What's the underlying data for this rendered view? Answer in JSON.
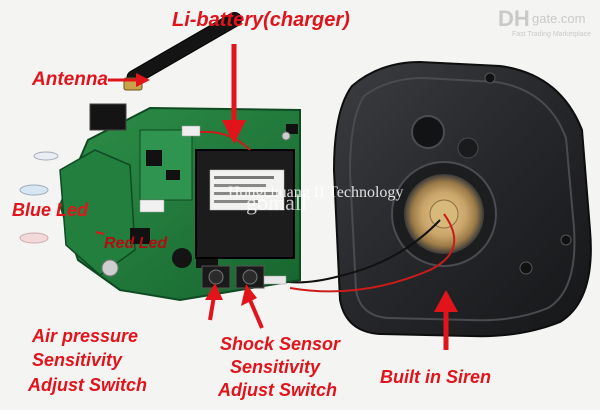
{
  "labels": {
    "battery": "Li-battery(charger)",
    "antenna": "Antenna",
    "blue_led": "Blue Led",
    "red_led": "Red Led",
    "air_pressure": [
      "Air pressure",
      "Sensitivity",
      "Adjust Switch"
    ],
    "shock_sensor": [
      "Shock Sensor",
      "Sensitivity",
      "Adjust Switch"
    ],
    "siren": "Built in Siren"
  },
  "watermark": {
    "dh": "DH",
    "gate": "gate.com",
    "tagline": "Fast Trading Marketplace",
    "company": "Hongchuang    II Technology",
    "store": "gomall"
  },
  "colors": {
    "label": "#e2141b",
    "pcb": "#1f7a3a",
    "housing": "#2a2b2d",
    "battery": "#1b1b1b"
  }
}
